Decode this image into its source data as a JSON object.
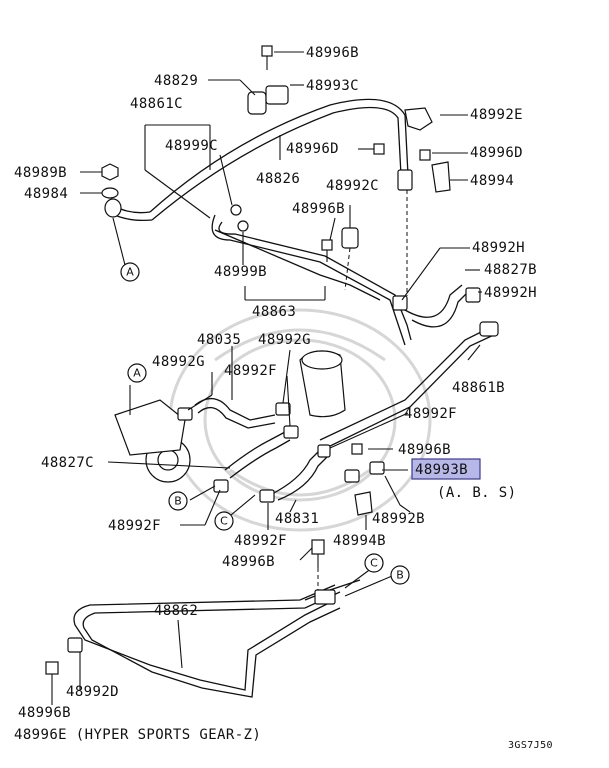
{
  "highlighted_part": "48993B",
  "parts": [
    {
      "id": "p-48996b-top",
      "text": "48996B"
    },
    {
      "id": "p-48829",
      "text": "48829"
    },
    {
      "id": "p-48993c",
      "text": "48993C"
    },
    {
      "id": "p-48861c",
      "text": "48861C"
    },
    {
      "id": "p-48992e",
      "text": "48992E"
    },
    {
      "id": "p-48999c",
      "text": "48999C"
    },
    {
      "id": "p-48996d-mid",
      "text": "48996D"
    },
    {
      "id": "p-48996d-right",
      "text": "48996D"
    },
    {
      "id": "p-48989b",
      "text": "48989B"
    },
    {
      "id": "p-48826",
      "text": "48826"
    },
    {
      "id": "p-48994",
      "text": "48994"
    },
    {
      "id": "p-48984",
      "text": "48984"
    },
    {
      "id": "p-48992c",
      "text": "48992C"
    },
    {
      "id": "p-48996b-mid",
      "text": "48996B"
    },
    {
      "id": "p-48992h-top",
      "text": "48992H"
    },
    {
      "id": "p-48827b",
      "text": "48827B"
    },
    {
      "id": "p-48999b",
      "text": "48999B"
    },
    {
      "id": "p-48992h-right",
      "text": "48992H"
    },
    {
      "id": "p-48863",
      "text": "48863"
    },
    {
      "id": "p-48035",
      "text": "48035"
    },
    {
      "id": "p-48992g-mid",
      "text": "48992G"
    },
    {
      "id": "p-48992g-left",
      "text": "48992G"
    },
    {
      "id": "p-48861b",
      "text": "48861B"
    },
    {
      "id": "p-48992f-mid",
      "text": "48992F"
    },
    {
      "id": "p-48992f-right",
      "text": "48992F"
    },
    {
      "id": "p-48996b-lower",
      "text": "48996B"
    },
    {
      "id": "p-48827c",
      "text": "48827C"
    },
    {
      "id": "p-48993b",
      "text": "48993B"
    },
    {
      "id": "p-48992b",
      "text": "48992B"
    },
    {
      "id": "p-48831",
      "text": "48831"
    },
    {
      "id": "p-48992f-left",
      "text": "48992F"
    },
    {
      "id": "p-48994b",
      "text": "48994B"
    },
    {
      "id": "p-48992f-bottom",
      "text": "48992F"
    },
    {
      "id": "p-48996b-bottom",
      "text": "48996B"
    },
    {
      "id": "p-48862",
      "text": "48862"
    },
    {
      "id": "p-48992d",
      "text": "48992D"
    },
    {
      "id": "p-48996b-leftbottom",
      "text": "48996B"
    }
  ],
  "notes": {
    "abs": "(A. B. S)",
    "hyper": "48996E (HYPER SPORTS GEAR-Z)",
    "diagram_code": "3GS7J50"
  },
  "callouts": {
    "a": "A",
    "b": "B",
    "c": "C"
  }
}
